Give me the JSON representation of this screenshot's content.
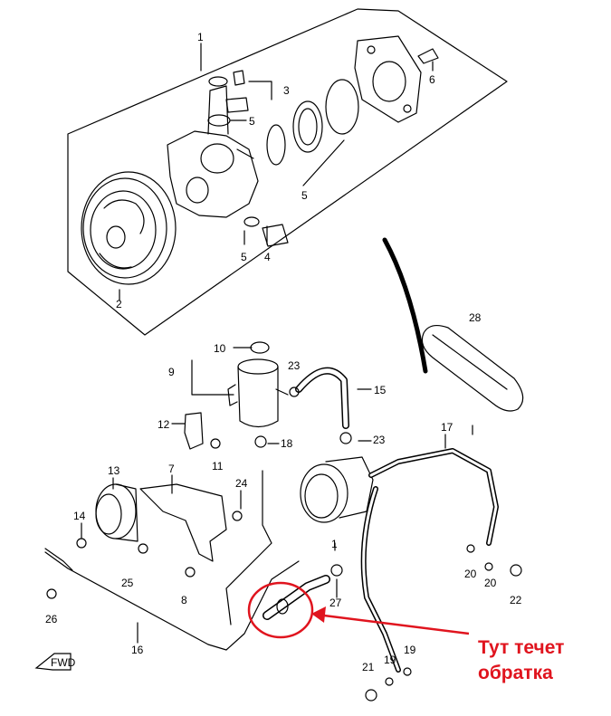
{
  "annotation": {
    "line1": "Тут течет",
    "line2": "обратка",
    "color": "#e0141e"
  },
  "callouts": [
    "1",
    "2",
    "3",
    "4",
    "5",
    "5",
    "5",
    "6",
    "7",
    "8",
    "9",
    "10",
    "11",
    "12",
    "13",
    "14",
    "15",
    "16",
    "17",
    "18",
    "19",
    "19",
    "20",
    "20",
    "21",
    "22",
    "23",
    "23",
    "24",
    "25",
    "26",
    "27",
    "28",
    "1"
  ],
  "front_arrow": "FWD"
}
